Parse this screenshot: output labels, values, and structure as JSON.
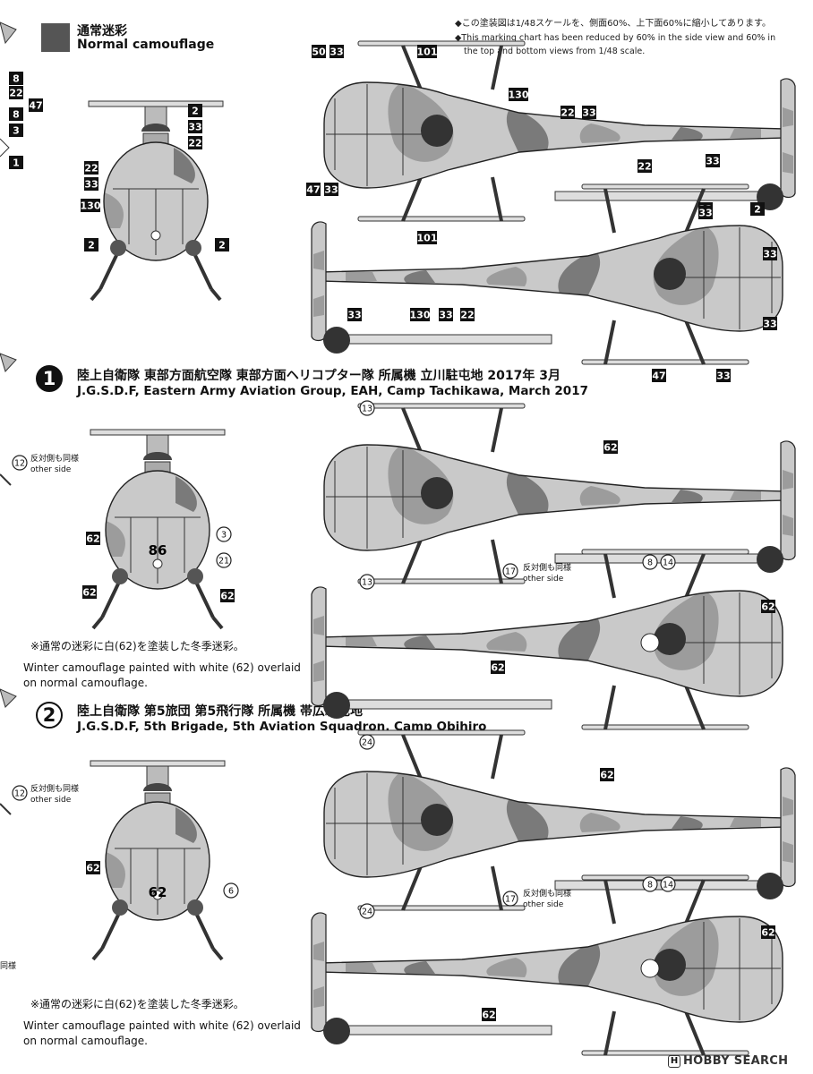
{
  "header": {
    "swatch_color": "#555555",
    "title_jp": "通常迷彩",
    "title_en": "Normal camouflage",
    "note_line1": "◆この塗装図は1/48スケールを、側面60%、上下面60%に縮小してあります。",
    "note_line2": "◆This marking chart has been reduced by 60% in the side view and 60% in",
    "note_line3": "the top and bottom views from 1/48 scale."
  },
  "scheme1": {
    "number": "1",
    "title_jp": "陸上自衛隊 東部方面航空隊 東部方面ヘリコプター隊 所属機 立川駐屯地 2017年 3月",
    "title_en": "J.G.S.D.F, Eastern Army Aviation Group, EAH, Camp Tachikawa, March 2017",
    "front_number": "86",
    "note_jp": "※通常の迷彩に白(62)を塗装した冬季迷彩。",
    "note_en1": "Winter camouflage painted with white (62) overlaid",
    "note_en2": "on normal camouflage."
  },
  "scheme2": {
    "number": "2",
    "title_jp": "陸上自衛隊 第5旅団 第5飛行隊 所属機 帯広駐屯地",
    "title_en": "J.G.S.D.F, 5th Brigade, 5th Aviation Squadron, Camp Obihiro",
    "front_number": "62",
    "note_jp": "※通常の迷彩に白(62)を塗装した冬季迷彩。",
    "note_en1": "Winter camouflage painted with white (62) overlaid",
    "note_en2": "on normal camouflage."
  },
  "callouts": {
    "other_side_jp": "反対側も同様",
    "other_side_en": "other side"
  },
  "left_edge": {
    "boxes": [
      "8",
      "22",
      "47",
      "8",
      "3",
      "1"
    ],
    "fragment_text": "同様"
  },
  "labels": {
    "normal": {
      "front": [
        "2",
        "33",
        "22",
        "22",
        "33",
        "130",
        "2",
        "2"
      ],
      "top": [
        "50",
        "33",
        "101",
        "130",
        "22",
        "33",
        "33",
        "22",
        "47",
        "33",
        "2",
        "33",
        "101"
      ],
      "bottom": [
        "33",
        "33",
        "33",
        "130",
        "33",
        "22",
        "47",
        "33"
      ]
    },
    "s1": {
      "front_boxes": [
        "62",
        "62",
        "62"
      ],
      "front_circles": [
        "12",
        "3",
        "21"
      ],
      "top_boxes": [
        "62"
      ],
      "top_circles": [
        "13",
        "13",
        "17"
      ],
      "bottom_boxes": [
        "62",
        "62"
      ],
      "bottom_circles": [
        "8",
        "14"
      ]
    },
    "s2": {
      "front_boxes": [
        "62"
      ],
      "front_circles": [
        "12",
        "6"
      ],
      "top_boxes": [
        "62"
      ],
      "top_circles": [
        "24",
        "24",
        "17"
      ],
      "bottom_boxes": [
        "62",
        "62"
      ],
      "bottom_circles": [
        "8",
        "14"
      ]
    }
  },
  "watermark": {
    "text": "HOBBY SEARCH"
  },
  "colors": {
    "camo_light": "#c8c8c8",
    "camo_mid": "#9a9a9a",
    "camo_dark": "#707070",
    "insignia": "#333333",
    "winter_white": "#f4f4f4"
  }
}
